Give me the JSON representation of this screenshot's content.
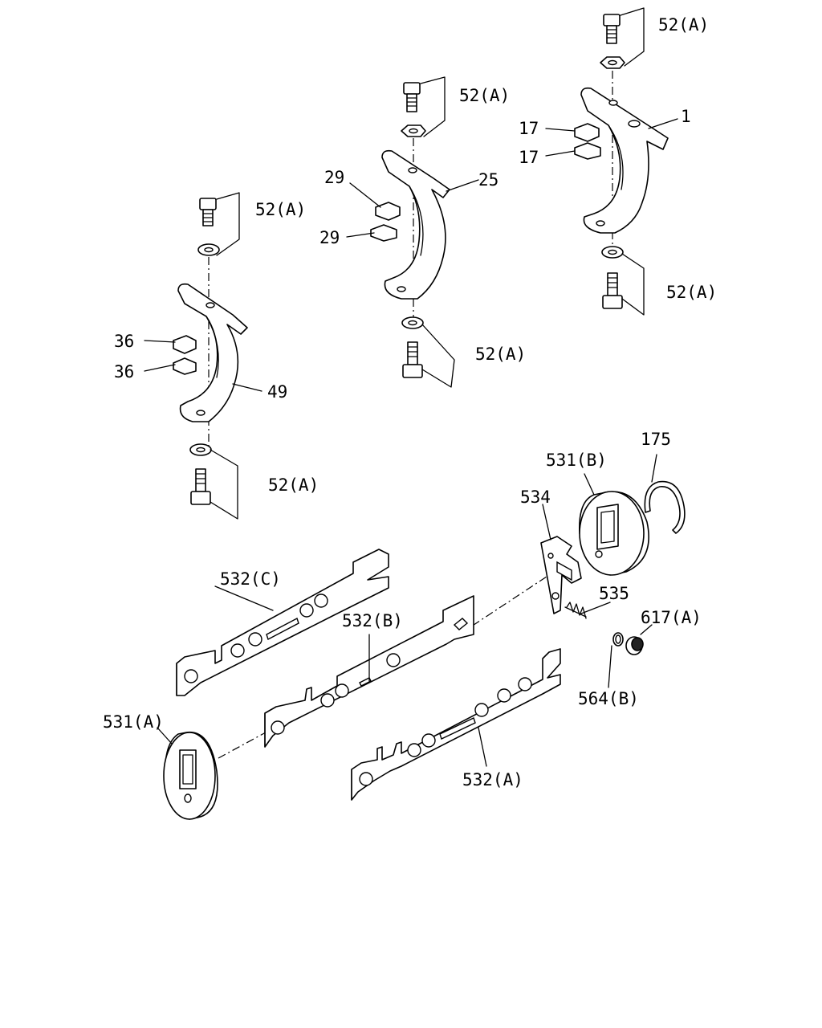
{
  "labels": {
    "c1_top": "52(A)",
    "c1_bottom": "52(A)",
    "c1_tab_a": "36",
    "c1_tab_b": "36",
    "c1_body": "49",
    "c2_top": "52(A)",
    "c2_bottom": "52(A)",
    "c2_tab_a": "29",
    "c2_tab_b": "29",
    "c2_body": "25",
    "c3_top": "52(A)",
    "c3_bottom": "52(A)",
    "c3_tab_a": "17",
    "c3_tab_b": "17",
    "c3_body": "1",
    "plate_c": "532(C)",
    "plate_b": "532(B)",
    "plate_a": "532(A)",
    "disc_a": "531(A)",
    "disc_b": "531(B)",
    "ring": "175",
    "lever": "534",
    "spring": "535",
    "nut": "617(A)",
    "oring": "564(B)"
  }
}
